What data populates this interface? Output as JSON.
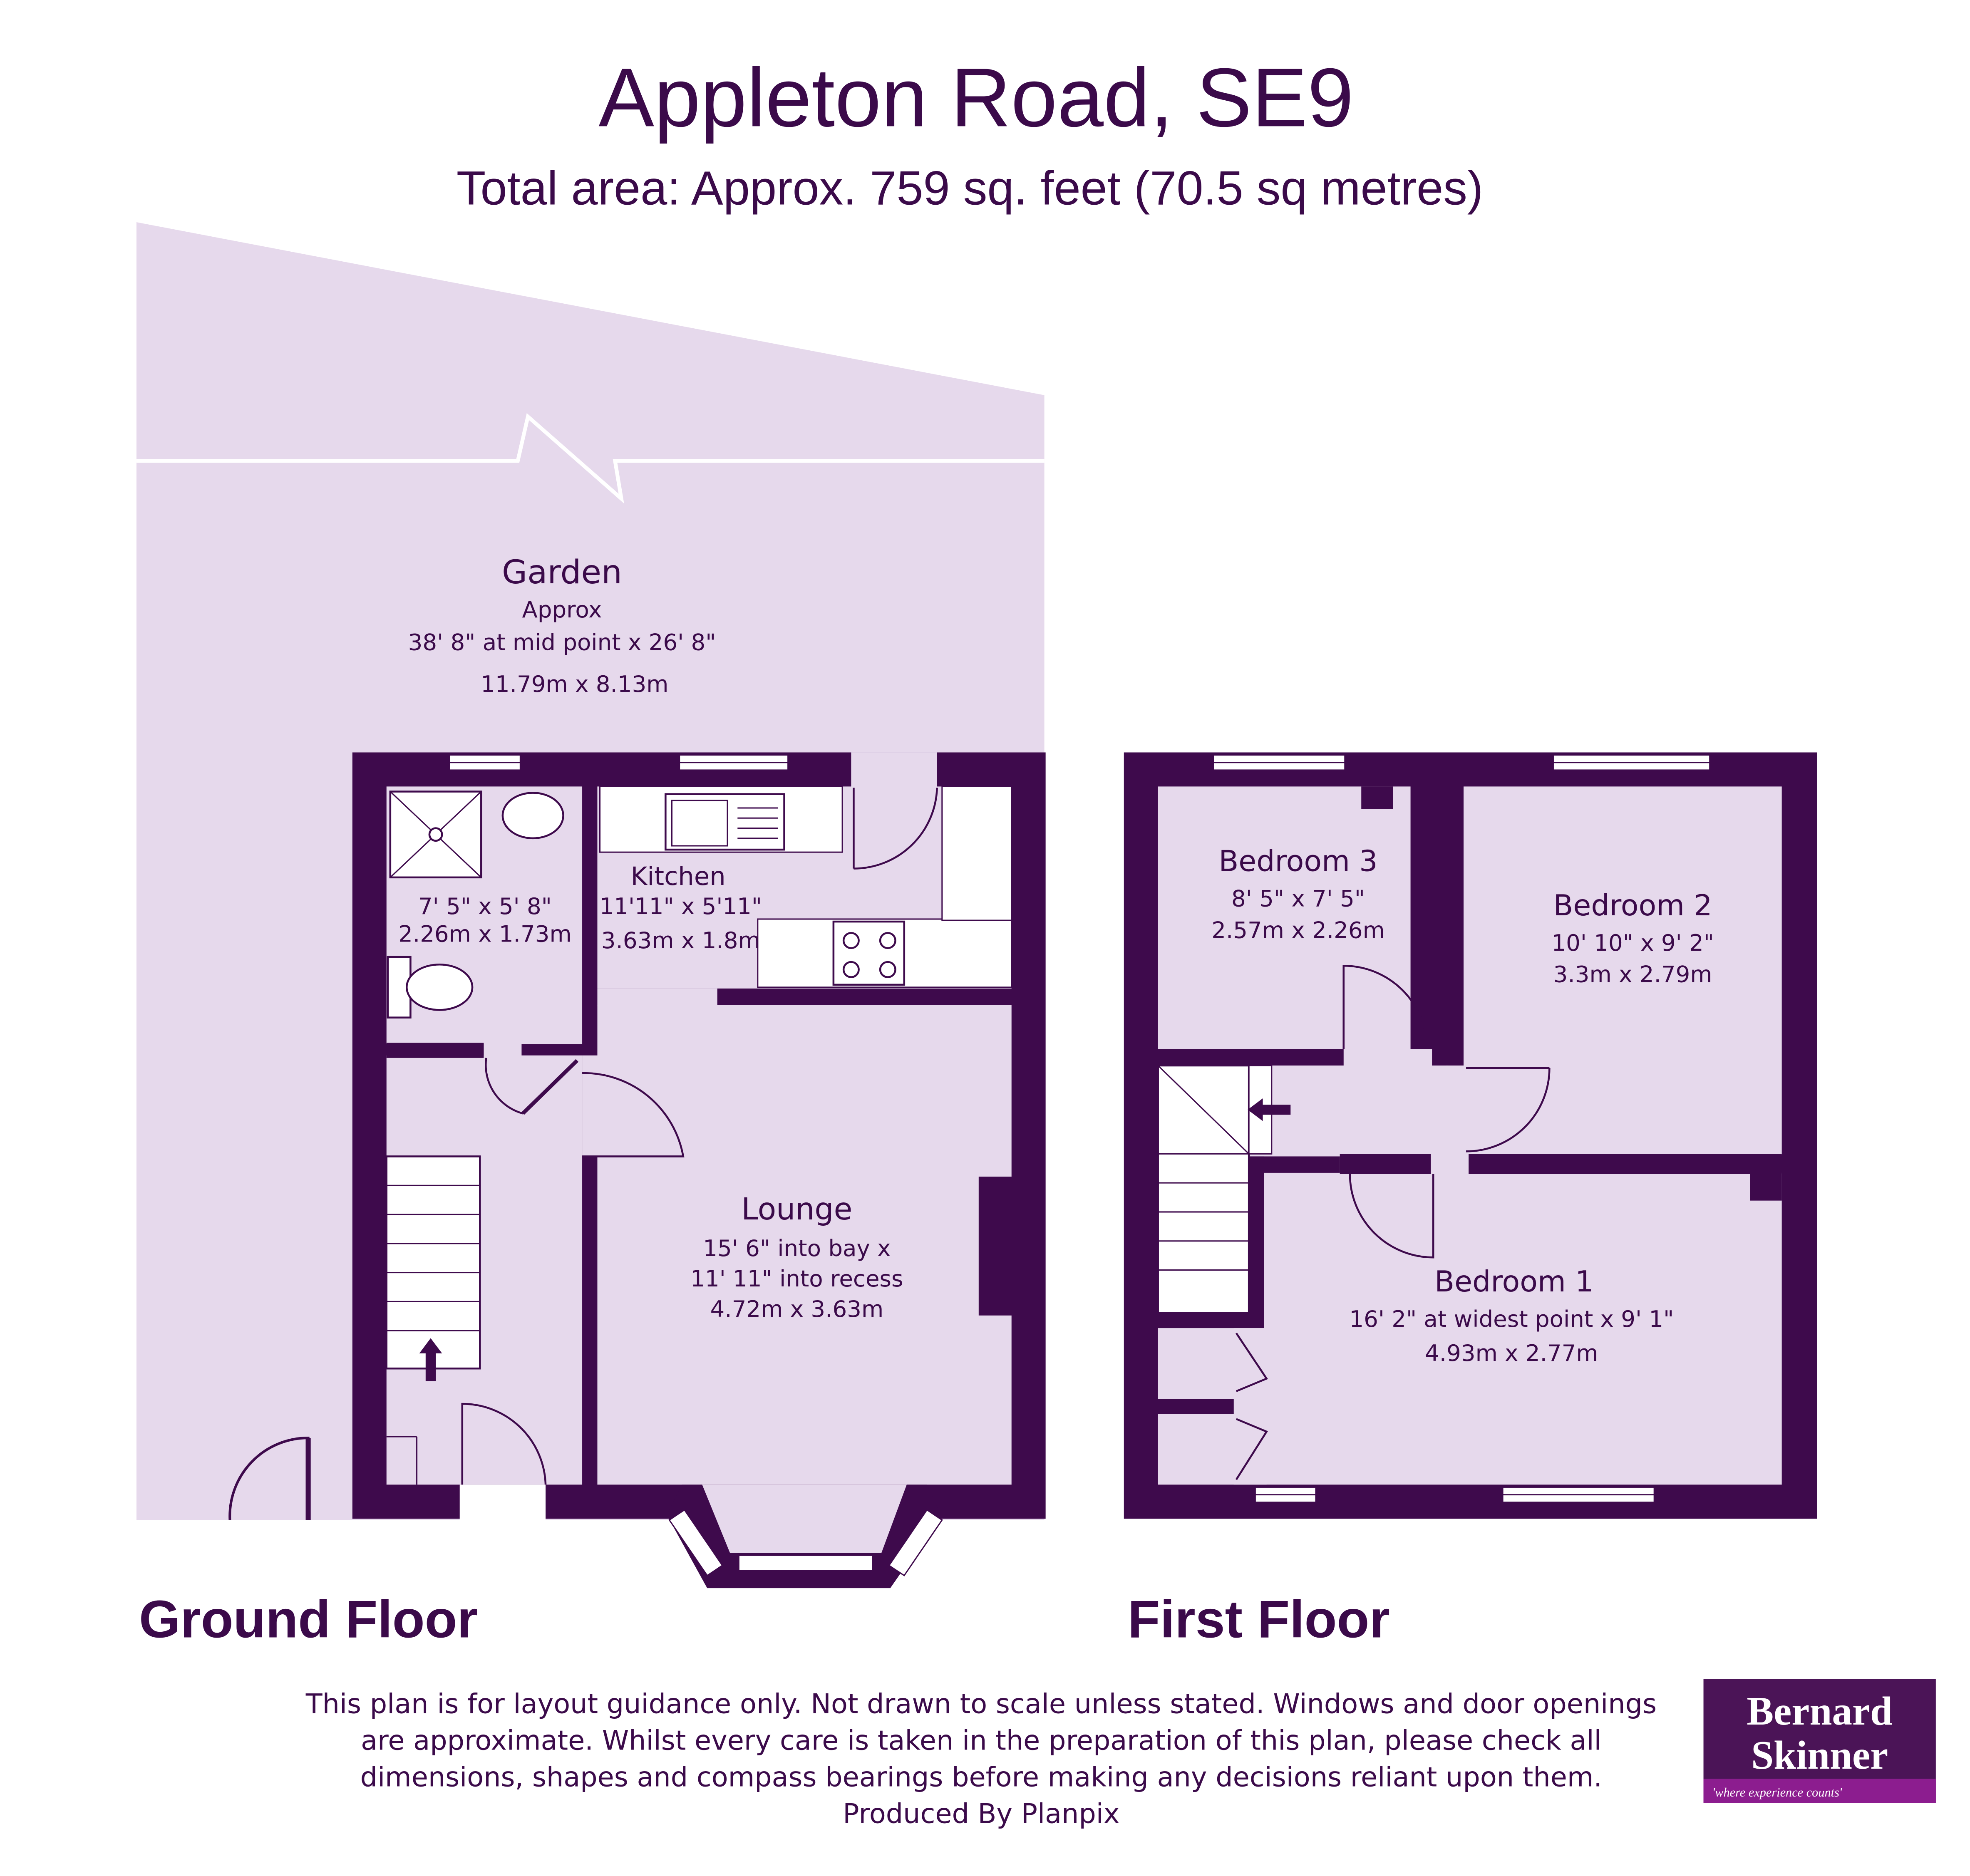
{
  "header": {
    "title": "Appleton Road, SE9",
    "subtitle": "Total area: Approx. 759 sq. feet (70.5 sq metres)"
  },
  "rooms": {
    "garden": {
      "name": "Garden",
      "line1": "Approx",
      "line2": "38' 8\" at mid point x 26' 8\"",
      "line3": "11.79m x 8.13m"
    },
    "shower": {
      "line1": "7' 5\" x 5' 8\"",
      "line2": "2.26m x 1.73m"
    },
    "kitchen": {
      "name": "Kitchen",
      "line1": "11'11\" x 5'11\"",
      "line2": "3.63m x 1.8m"
    },
    "lounge": {
      "name": "Lounge",
      "line1": "15' 6\" into bay x",
      "line2": "11' 11\" into recess",
      "line3": "4.72m x 3.63m"
    },
    "bedroom3": {
      "name": "Bedroom 3",
      "line1": "8' 5\" x 7' 5\"",
      "line2": "2.57m x 2.26m"
    },
    "bedroom2": {
      "name": "Bedroom 2",
      "line1": "10' 10\" x 9' 2\"",
      "line2": "3.3m x 2.79m"
    },
    "bedroom1": {
      "name": "Bedroom 1",
      "line1": "16' 2\" at widest point x 9' 1\"",
      "line2": "4.93m x 2.77m"
    }
  },
  "floors": {
    "ground": "Ground Floor",
    "first": "First Floor"
  },
  "disclaimer": {
    "line1": "This plan is for layout guidance only. Not drawn to scale unless stated. Windows and door openings",
    "line2": "are approximate. Whilst every care is taken in the preparation of this plan, please check all",
    "line3": "dimensions, shapes and compass bearings before making any decisions reliant upon them.",
    "line4": "Produced By Planpix"
  },
  "logo": {
    "line1": "Bernard",
    "line2": "Skinner",
    "tagline": "'where experience counts'"
  },
  "colors": {
    "wall": "#3e0a4c",
    "fill": "#e6d9ec",
    "text": "#3b0a4a",
    "logo_bg": "#4b1457",
    "logo_bar": "#8c1d8f"
  }
}
